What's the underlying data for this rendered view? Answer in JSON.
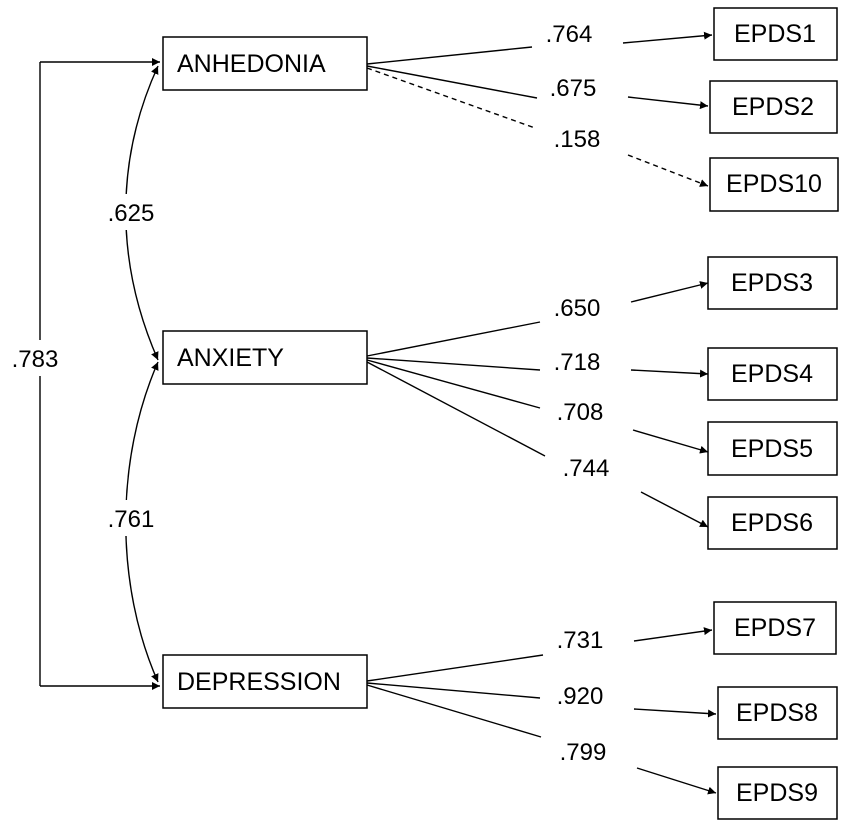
{
  "factors": {
    "anhedonia": "ANHEDONIA",
    "anxiety": "ANXIETY",
    "depression": "DEPRESSION"
  },
  "items": {
    "epds1": "EPDS1",
    "epds2": "EPDS2",
    "epds10": "EPDS10",
    "epds3": "EPDS3",
    "epds4": "EPDS4",
    "epds5": "EPDS5",
    "epds6": "EPDS6",
    "epds7": "EPDS7",
    "epds8": "EPDS8",
    "epds9": "EPDS9"
  },
  "loadings": {
    "epds1": ".764",
    "epds2": ".675",
    "epds10": ".158",
    "epds3": ".650",
    "epds4": ".718",
    "epds5": ".708",
    "epds6": ".744",
    "epds7": ".731",
    "epds8": ".920",
    "epds9": ".799"
  },
  "correlations": {
    "anhedonia_anxiety": ".625",
    "anxiety_depression": ".761",
    "anhedonia_depression": ".783"
  },
  "styles": {
    "epds10_path": "dashed"
  }
}
